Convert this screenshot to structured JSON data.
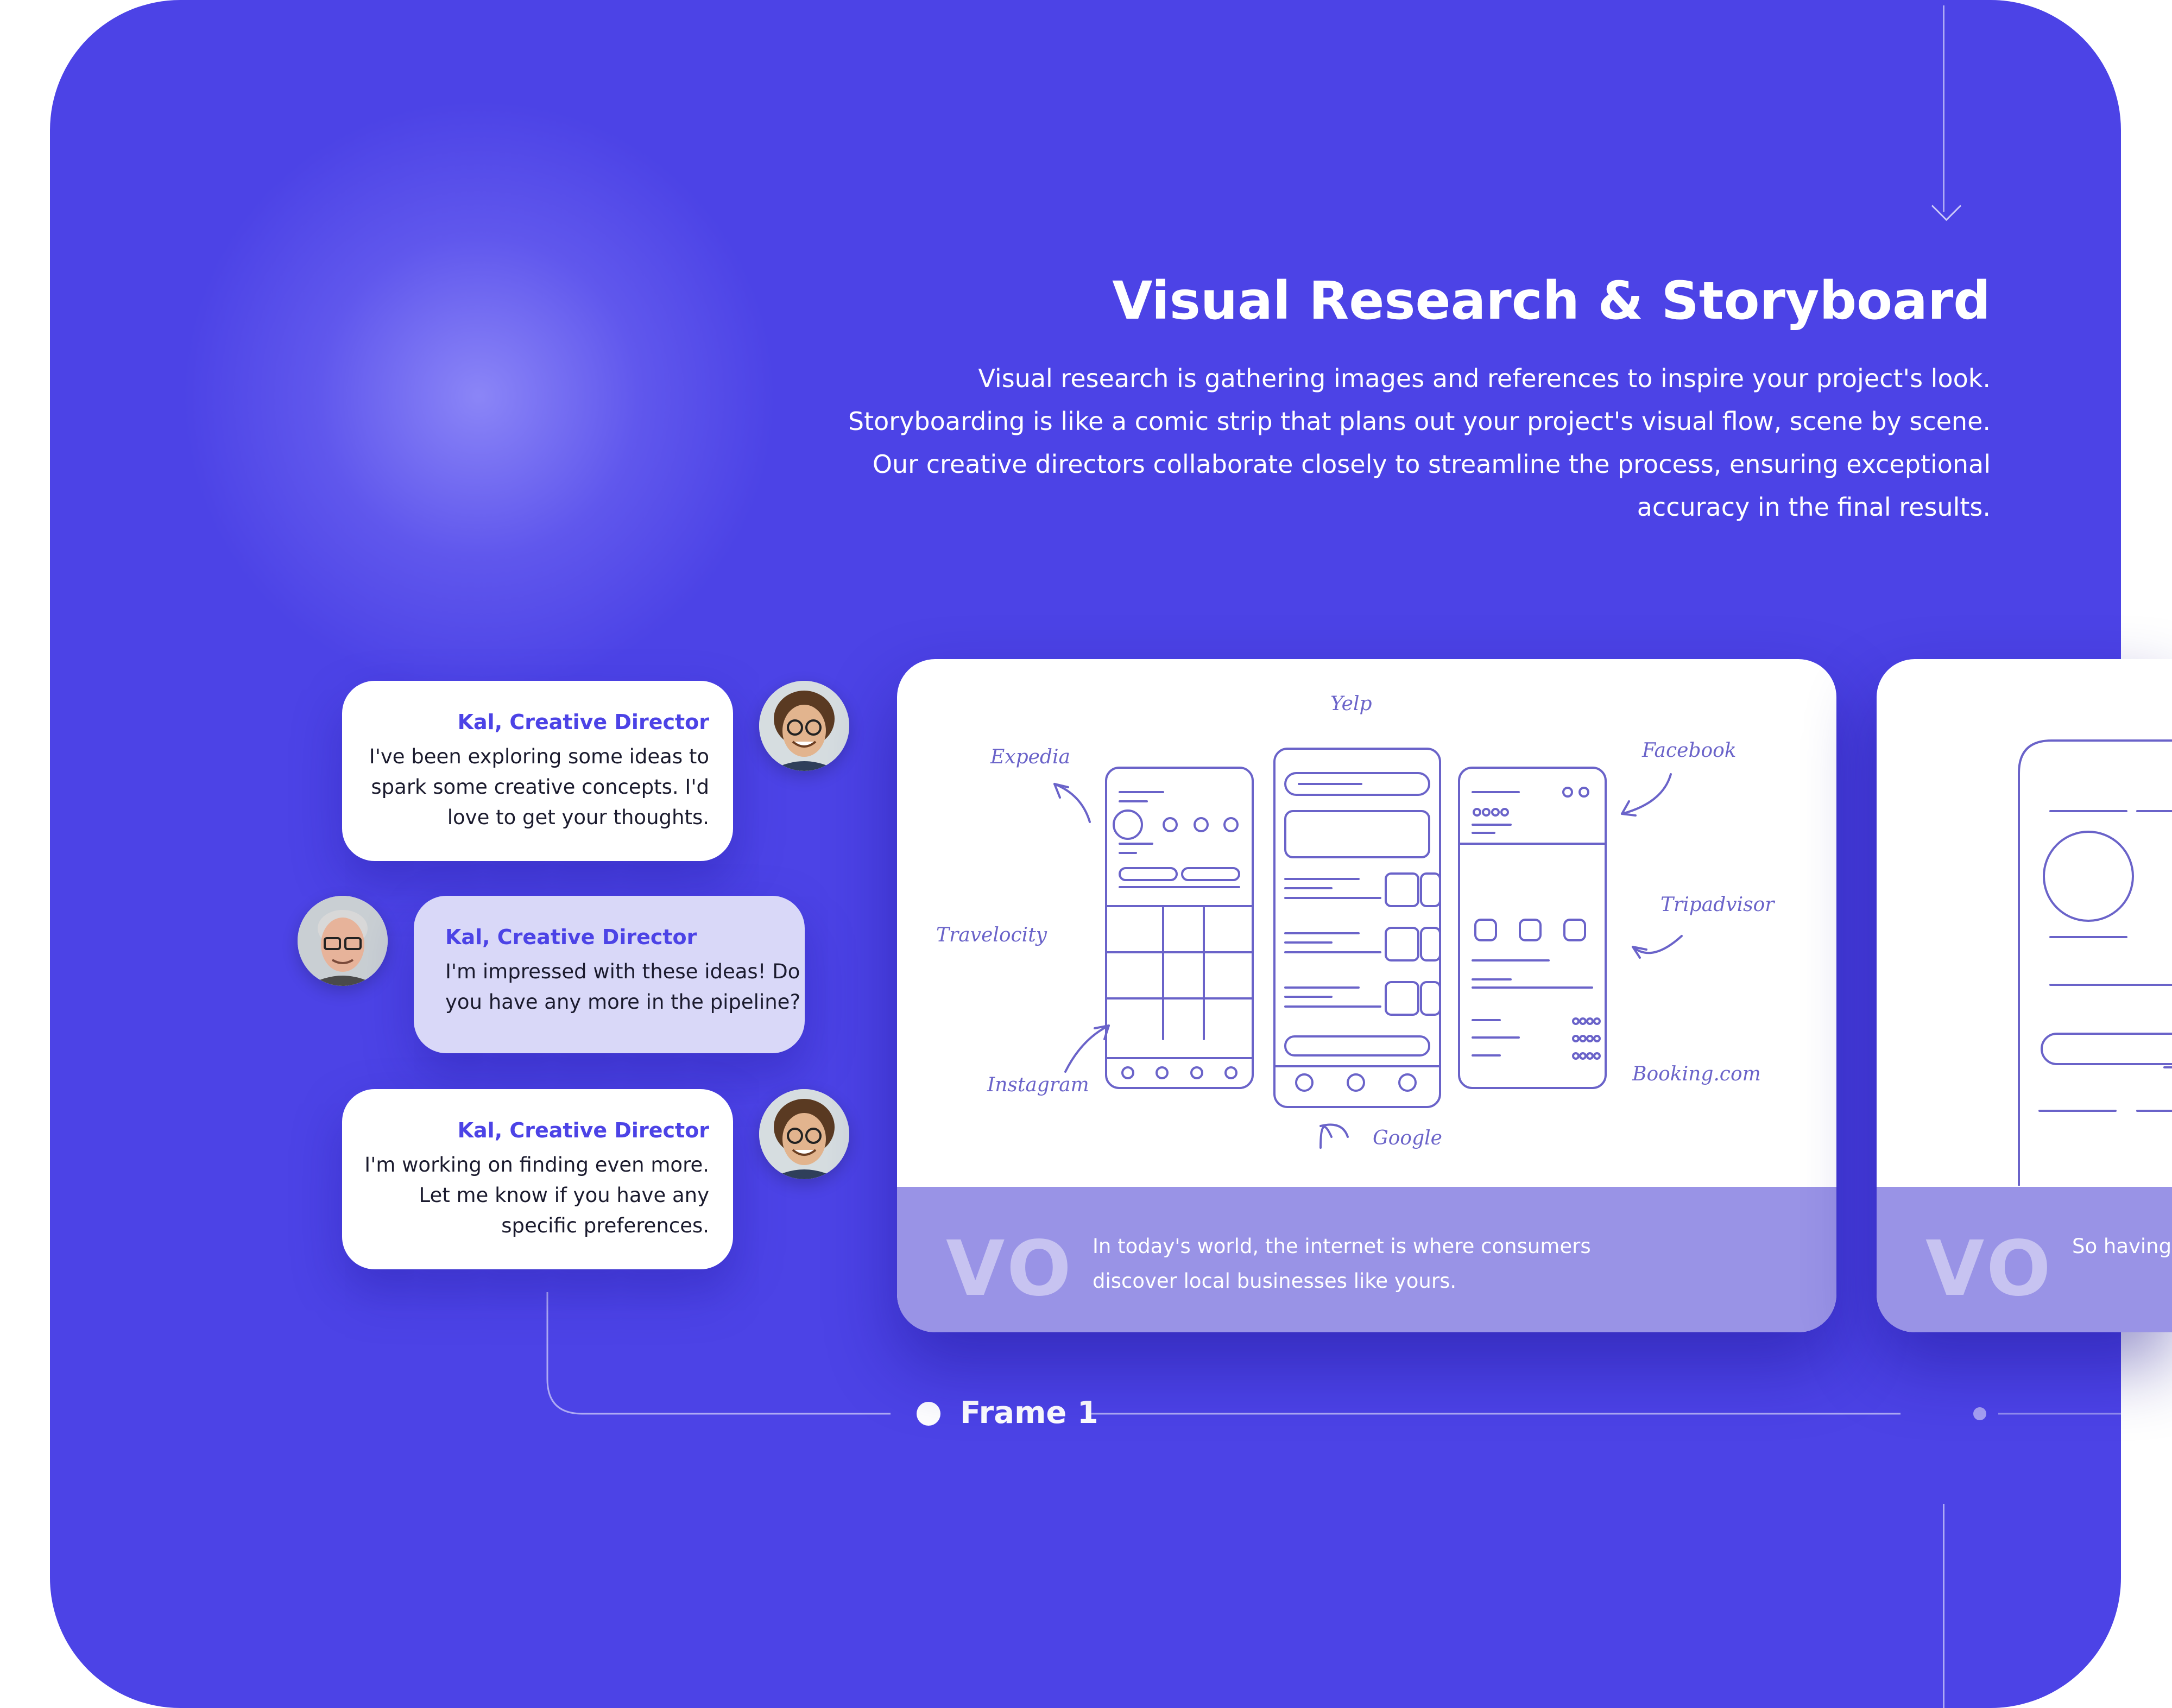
{
  "header": {
    "title": "Visual Research & Storyboard",
    "description_lines": [
      "Visual research is gathering images and references to inspire your project's look.",
      "Storyboarding is like a comic strip that plans out your project's visual flow, scene by scene.",
      "Our creative directors collaborate closely to streamline the process, ensuring exceptional",
      "accuracy in the final results."
    ]
  },
  "chat": {
    "messages": [
      {
        "name": "Kal, Creative Director",
        "lines": [
          "I've been exploring some ideas to",
          "spark some creative concepts.  I'd",
          "love to get your thoughts."
        ]
      },
      {
        "name": "Kal, Creative Director",
        "lines": [
          "I'm impressed with these ideas! Do",
          "you have any more in the pipeline?"
        ]
      },
      {
        "name": "Kal, Creative Director",
        "lines": [
          "I'm working on finding even more.",
          "Let me know if you have any",
          "specific preferences."
        ]
      }
    ]
  },
  "frames": [
    {
      "vo_label": "VO",
      "caption_lines": [
        "In today's world, the internet is where consumers",
        "discover local businesses like yours."
      ],
      "sketch_labels": {
        "yelp": "Yelp",
        "expedia": "Expedia",
        "facebook": "Facebook",
        "tripadvisor": "Tripadvisor",
        "travelocity": "Travelocity",
        "instagram": "Instagram",
        "booking": "Booking.com",
        "google": "Google"
      }
    },
    {
      "vo_label": "VO",
      "caption_partial": "So having"
    }
  ],
  "timeline": {
    "frame_label": "Frame 1"
  },
  "colors": {
    "background": "#4c43e6",
    "accent_text": "#4c43e6",
    "card_footer": "#9993e6",
    "sketch_stroke": "#6a63c9"
  }
}
